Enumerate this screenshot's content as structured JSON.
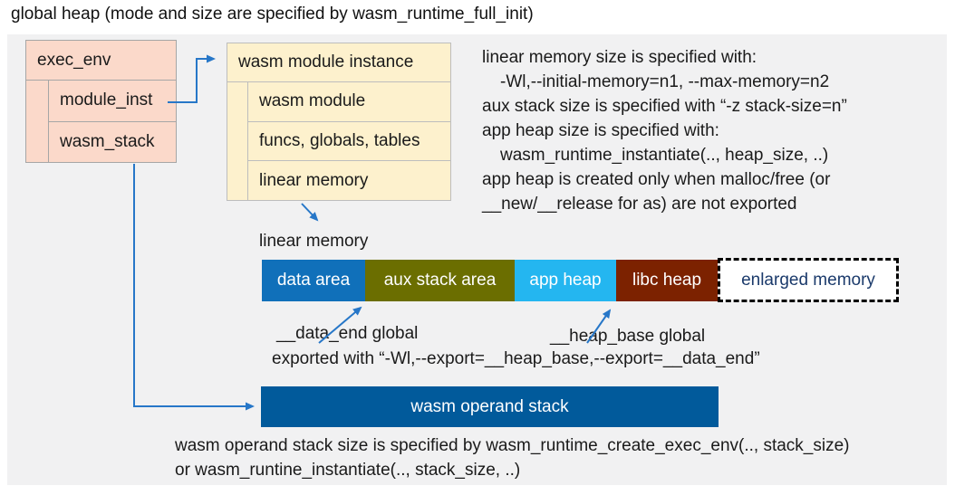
{
  "title": "global heap (mode and size are specified by wasm_runtime_full_init)",
  "exec_env": {
    "header": "exec_env",
    "rows": [
      "module_inst",
      "wasm_stack"
    ]
  },
  "module_instance": {
    "header": "wasm module instance",
    "rows": [
      "wasm module",
      "funcs, globals, tables",
      "linear memory"
    ]
  },
  "notes_right": {
    "lines": [
      {
        "text": "linear memory size is specified with:"
      },
      {
        "text": "-Wl,--initial-memory=n1, --max-memory=n2"
      },
      {
        "text": "aux stack size is specified with “-z stack-size=n”"
      },
      {
        "text": "app heap size is specified with:"
      },
      {
        "text": "wasm_runtime_instantiate(.., heap_size, ..)"
      },
      {
        "text": "app heap is created only when malloc/free (or"
      },
      {
        "text": "__new/__release for as) are not exported"
      }
    ]
  },
  "linear_memory": {
    "label": "linear memory",
    "segments": [
      {
        "label": "data area",
        "color": "#1070ba"
      },
      {
        "label": "aux stack area",
        "color": "#6b6e00"
      },
      {
        "label": "app heap",
        "color": "#24b6f0"
      },
      {
        "label": "libc heap",
        "color": "#7c2200"
      },
      {
        "label": "enlarged memory",
        "color": "#ffffff",
        "border": "dashed",
        "text_color": "#1b3a6b"
      }
    ],
    "data_end_label": "__data_end global",
    "heap_base_label": "__heap_base global",
    "export_note": "exported with “-Wl,--export=__heap_base,--export=__data_end”"
  },
  "operand_stack": {
    "label": "wasm operand stack",
    "color": "#015a9b",
    "note_lines": [
      "wasm operand stack size is specified by wasm_runtime_create_exec_env(.., stack_size)",
      "or wasm_runtine_instantiate(.., stack_size, ..)"
    ]
  },
  "colors": {
    "panel_bg": "#f1f1f2",
    "arrow_accent": "#2777c8",
    "exec_env_fill": "#fbd9ca",
    "module_instance_fill": "#fdf1cd"
  }
}
